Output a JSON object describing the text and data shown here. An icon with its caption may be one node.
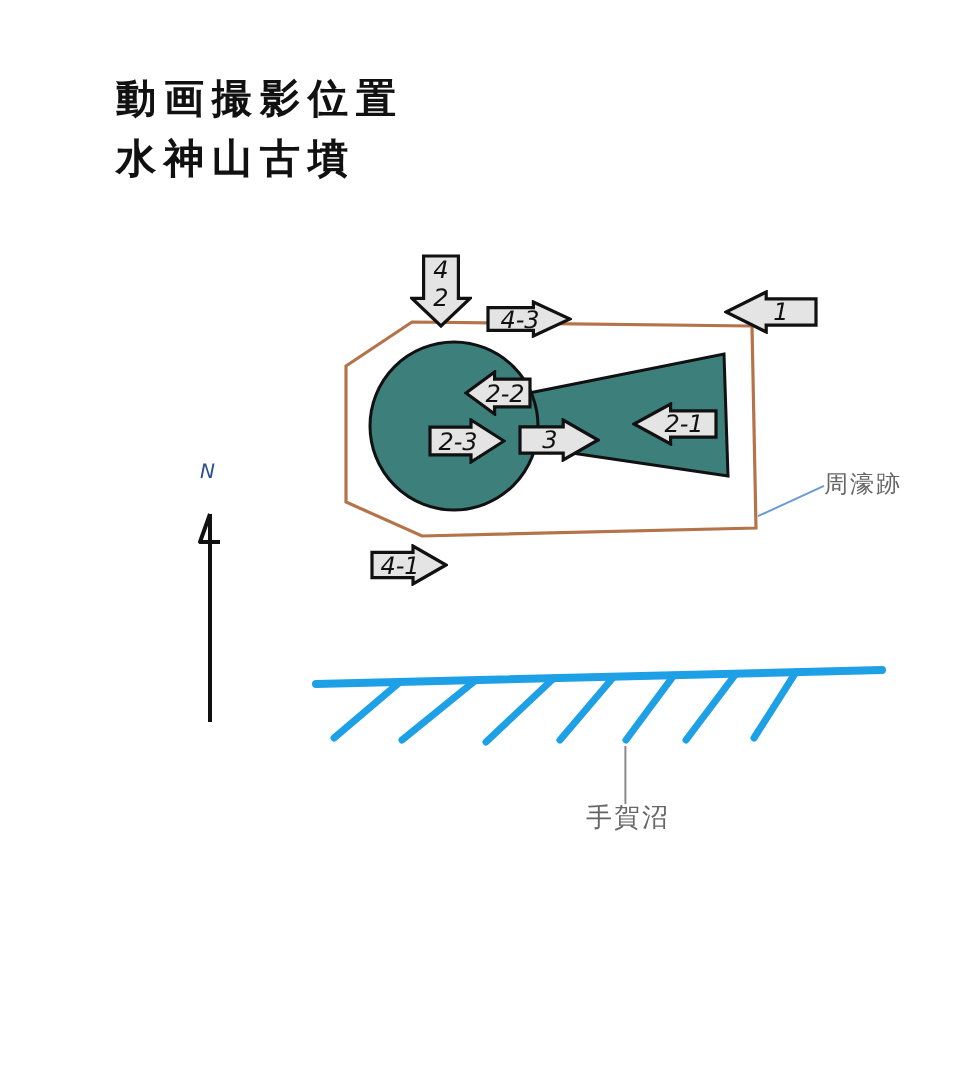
{
  "diagram": {
    "title": "動画撮影位置水神山古墳",
    "nodes": [
      {
        "text": [
          "4 2"
        ]
      },
      {
        "text": [
          "4-3"
        ]
      },
      {
        "text": [
          "1"
        ]
      },
      {
        "text": [],
        "shape": "box"
      },
      {
        "text": [
          "2-2"
        ],
        "in": 3
      },
      {
        "text": [
          "2-3"
        ],
        "in": 3
      },
      {
        "text": [
          "3"
        ],
        "in": 3
      },
      {
        "text": [
          "2-1"
        ],
        "in": 3
      },
      {
        "text": [
          "周濠跡"
        ]
      },
      {
        "text": [
          "4-1"
        ]
      },
      {
        "text": [],
        "shape": "picture"
      },
      {
        "text": [
          "手賀沼"
        ]
      }
    ],
    "edges": [
      {
        "from": 8,
        "to": 3,
        "arrow": "none",
        "color": "#6b9bd6"
      },
      {
        "from": 11,
        "to": 10,
        "arrow": "none",
        "color": "#8a8a8a"
      }
    ],
    "labels": [
      "N"
    ]
  }
}
